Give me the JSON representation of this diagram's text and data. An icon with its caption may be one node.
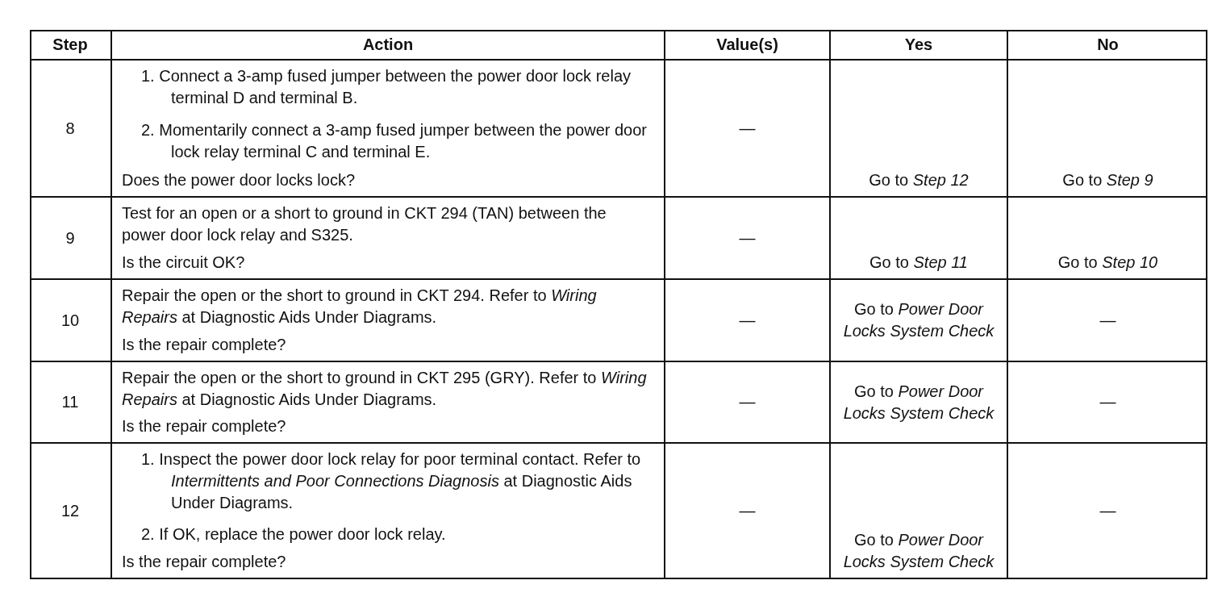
{
  "diagram": {
    "labels": [
      "Step",
      "Action",
      "Value(s)",
      "Yes",
      "No",
      "8",
      "1. Connect a 3-amp fused jumper between the power door lock relay terminal D and terminal B.",
      "2. Momentarily connect a 3-amp fused jumper between the power door lock relay terminal C and terminal E.",
      "Does the power door locks lock?",
      "—",
      "Go to *Step 12*",
      "Go to *Step 9*",
      "9",
      "Test for an open or a short to ground in CKT 294 (TAN) between the power door lock relay and S325.",
      "Is the circuit OK?",
      "—",
      "Go to *Step 11*",
      "Go to *Step 10*",
      "10",
      "Repair the open or the short to ground in CKT 294. Refer to *Wiring Repairs* at Diagnostic Aids Under Diagrams.",
      "Is the repair complete?",
      "—",
      "Go to *Power Door Locks System Check*",
      "—",
      "11",
      "Repair the open or the short to ground in CKT 295 (GRY). Refer to *Wiring Repairs* at Diagnostic Aids Under Diagrams.",
      "Is the repair complete?",
      "—",
      "Go to *Power Door Locks System Check*",
      "—",
      "12",
      "1. Inspect the power door lock relay for poor terminal contact. Refer to *Intermittents and Poor Connections Diagnosis* at Diagnostic Aids Under Diagrams.",
      "2. If OK, replace the power door lock relay.",
      "Is the repair complete?",
      "—",
      "Go to *Power Door Locks System Check*",
      "—"
    ]
  }
}
